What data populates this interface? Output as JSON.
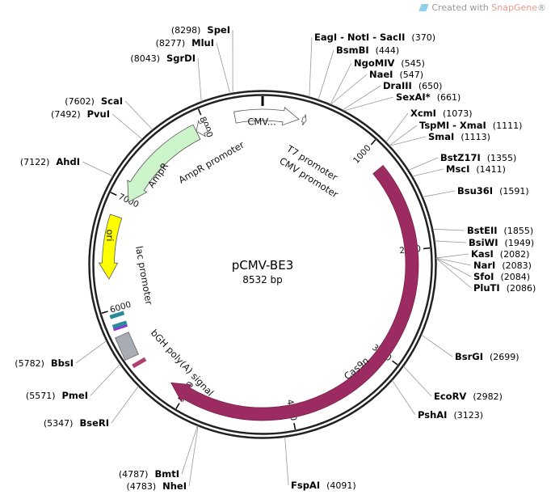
{
  "credit": {
    "prefix": "Created with ",
    "brand": "SnapGene",
    "suffix": "®"
  },
  "plasmid": {
    "name": "pCMV-BE3",
    "length_label": "8532 bp",
    "length": 8532
  },
  "ticks": [
    1000,
    2000,
    3000,
    4000,
    5000,
    6000,
    7000,
    8000
  ],
  "features": [
    {
      "name": "CMV...",
      "start": 8280,
      "end": 333,
      "dir": "cw",
      "color": "#ffffff",
      "label": "CMV..."
    },
    {
      "name": "T7 promoter",
      "start": 365,
      "end": 400,
      "dir": "cw",
      "color": "#ffffff",
      "label": "T7 promoter"
    },
    {
      "name": "CMV promoter",
      "label": "CMV promoter"
    },
    {
      "name": "AmpR promoter",
      "start": 8000,
      "end": 7905,
      "dir": "ccw",
      "color": "#ffffff",
      "label": "AmpR promoter"
    },
    {
      "name": "AmpR",
      "start": 7905,
      "end": 6990,
      "dir": "ccw",
      "color": "#ccf5cc",
      "label": "AmpR"
    },
    {
      "name": "ori",
      "start": 6830,
      "end": 6270,
      "dir": "ccw",
      "color": "#ffff00",
      "label": "ori"
    },
    {
      "name": "lac promoter",
      "label": "lac promoter"
    },
    {
      "name": "bGH poly(A) signal",
      "label": "bGH poly(A) signal"
    },
    {
      "name": "Cas9n",
      "start": 1200,
      "end": 5160,
      "dir": "cw",
      "color": "#9c2b61",
      "label": "Cas9n"
    }
  ],
  "sites": [
    {
      "name": "EagI - NotI - SacII",
      "pos": 370,
      "pos_label": "(370)"
    },
    {
      "name": "BsmBI",
      "pos": 444,
      "pos_label": "(444)"
    },
    {
      "name": "NgoMIV",
      "pos": 545,
      "pos_label": "(545)"
    },
    {
      "name": "NaeI",
      "pos": 547,
      "pos_label": "(547)"
    },
    {
      "name": "DraIII",
      "pos": 650,
      "pos_label": "(650)"
    },
    {
      "name": "SexAI*",
      "pos": 661,
      "pos_label": "(661)",
      "gray": true
    },
    {
      "name": "XcmI",
      "pos": 1073,
      "pos_label": "(1073)"
    },
    {
      "name": "TspMI - XmaI",
      "pos": 1111,
      "pos_label": "(1111)"
    },
    {
      "name": "SmaI",
      "pos": 1113,
      "pos_label": "(1113)"
    },
    {
      "name": "BstZ17I",
      "pos": 1355,
      "pos_label": "(1355)"
    },
    {
      "name": "MscI",
      "pos": 1411,
      "pos_label": "(1411)"
    },
    {
      "name": "Bsu36I",
      "pos": 1591,
      "pos_label": "(1591)"
    },
    {
      "name": "BstEII",
      "pos": 1855,
      "pos_label": "(1855)"
    },
    {
      "name": "BsiWI",
      "pos": 1949,
      "pos_label": "(1949)"
    },
    {
      "name": "KasI",
      "pos": 2082,
      "pos_label": "(2082)"
    },
    {
      "name": "NarI",
      "pos": 2083,
      "pos_label": "(2083)"
    },
    {
      "name": "SfoI",
      "pos": 2084,
      "pos_label": "(2084)"
    },
    {
      "name": "PluTI",
      "pos": 2086,
      "pos_label": "(2086)"
    },
    {
      "name": "BsrGI",
      "pos": 2699,
      "pos_label": "(2699)"
    },
    {
      "name": "EcoRV",
      "pos": 2982,
      "pos_label": "(2982)"
    },
    {
      "name": "PshAI",
      "pos": 3123,
      "pos_label": "(3123)"
    },
    {
      "name": "FspAI",
      "pos": 4091,
      "pos_label": "(4091)"
    },
    {
      "name": "NheI",
      "pos": 4783,
      "pos_label": "(4783)"
    },
    {
      "name": "BmtI",
      "pos": 4787,
      "pos_label": "(4787)"
    },
    {
      "name": "BseRI",
      "pos": 5347,
      "pos_label": "(5347)"
    },
    {
      "name": "PmeI",
      "pos": 5571,
      "pos_label": "(5571)"
    },
    {
      "name": "BbsI",
      "pos": 5782,
      "pos_label": "(5782)"
    },
    {
      "name": "AhdI",
      "pos": 7122,
      "pos_label": "(7122)"
    },
    {
      "name": "PvuI",
      "pos": 7492,
      "pos_label": "(7492)"
    },
    {
      "name": "ScaI",
      "pos": 7602,
      "pos_label": "(7602)"
    },
    {
      "name": "SgrDI",
      "pos": 8043,
      "pos_label": "(8043)"
    },
    {
      "name": "MluI",
      "pos": 8277,
      "pos_label": "(8277)"
    },
    {
      "name": "SpeI",
      "pos": 8298,
      "pos_label": "(8298)"
    }
  ]
}
